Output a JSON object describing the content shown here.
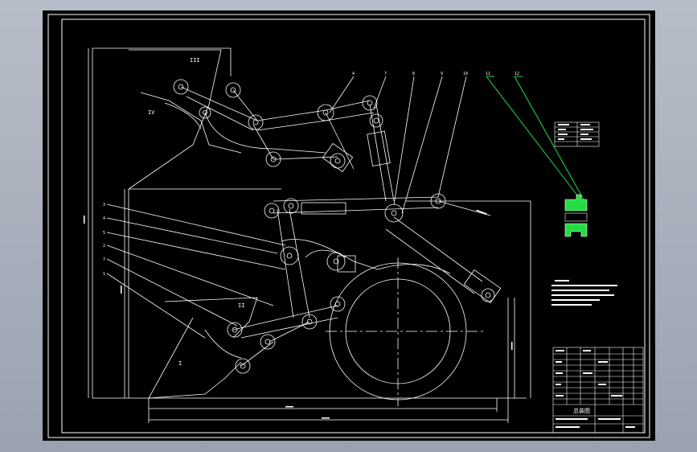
{
  "colors": {
    "background": "#000000",
    "outer_viewport": "#a9b0bc",
    "line": "#ffffff",
    "highlight": "#22dd44"
  },
  "region_labels": [
    "III",
    "IV",
    "II",
    "I"
  ],
  "part_callouts": [
    "4",
    "7",
    "8",
    "9",
    "10",
    "11",
    "12"
  ],
  "left_callouts": [
    "3",
    "4",
    "5",
    "2",
    "7",
    "1"
  ],
  "title_block": {
    "drawing_title": "总装图"
  }
}
